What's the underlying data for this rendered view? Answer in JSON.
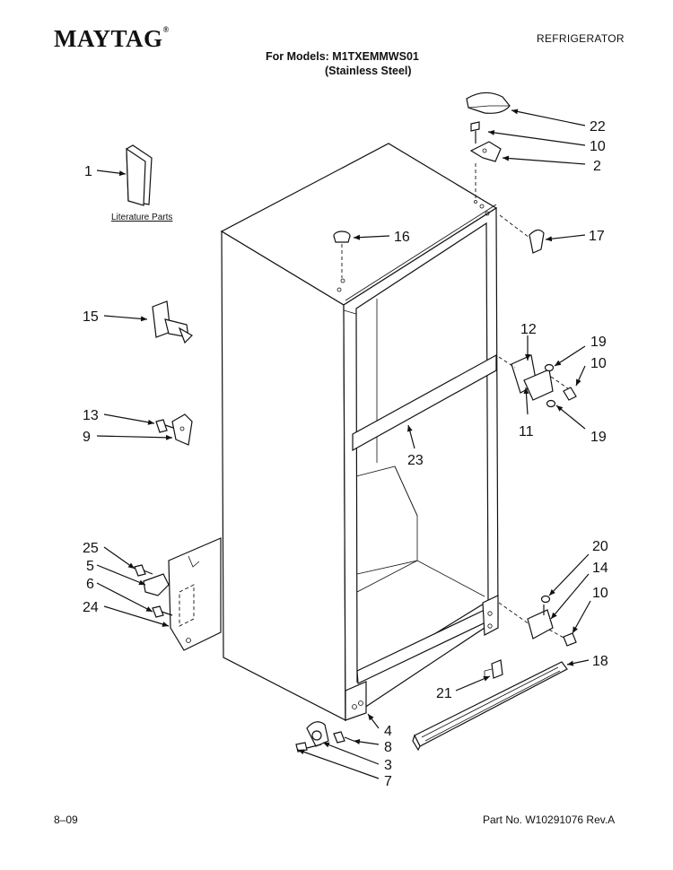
{
  "header": {
    "brand": "MAYTAG",
    "brand_mark": "®",
    "category": "REFRIGERATOR",
    "models_line": "For Models: M1TXEMMWS01",
    "variant_line": "(Stainless Steel)"
  },
  "footer": {
    "date": "8–09",
    "part_number": "Part No. W10291076 Rev.A"
  },
  "literature_label": "Literature Parts",
  "callouts": {
    "c22": "22",
    "c10a": "10",
    "c2": "2",
    "c1": "1",
    "c16": "16",
    "c17": "17",
    "c15": "15",
    "c12": "12",
    "c19a": "19",
    "c10b": "10",
    "c11": "11",
    "c19b": "19",
    "c13": "13",
    "c9": "9",
    "c23": "23",
    "c25": "25",
    "c5": "5",
    "c6": "6",
    "c24": "24",
    "c20": "20",
    "c14": "14",
    "c10c": "10",
    "c18": "18",
    "c21": "21",
    "c4": "4",
    "c8": "8",
    "c3": "3",
    "c7": "7"
  }
}
